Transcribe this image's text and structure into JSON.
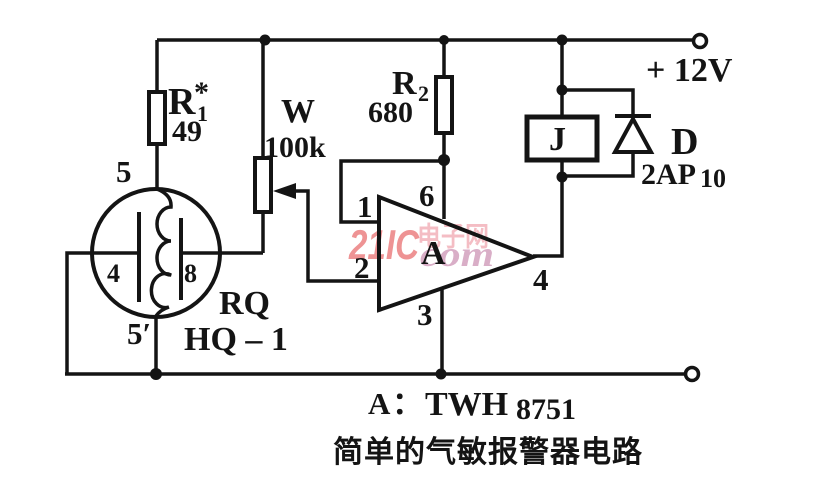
{
  "diagram": {
    "caption": "简单的气敏报警器电路",
    "note": {
      "amp": "A",
      "colon": "：",
      "ic": "TWH",
      "num": "8751"
    },
    "supply": {
      "label": "+ 12V"
    },
    "resistor_r1": {
      "letter": "R",
      "star": "*",
      "sub": "1",
      "value": "49"
    },
    "potentiometer_w": {
      "letter": "W",
      "value": "100k"
    },
    "resistor_r2": {
      "letter": "R",
      "sub": "2",
      "value": "680"
    },
    "gas_sensor": {
      "name": "RQ",
      "model": "HQ – 1",
      "pin_top": "5",
      "pin_left": "4",
      "pin_right": "8",
      "pin_bottom": "5′"
    },
    "opamp": {
      "name": "A",
      "pin1": "1",
      "pin2": "2",
      "pin3": "3",
      "pin4": "4",
      "pin6": "6"
    },
    "relay": {
      "label": "J"
    },
    "diode": {
      "letter": "D",
      "model_prefix": "2AP",
      "model_suffix": "10"
    }
  },
  "watermark": {
    "brand": "21IC",
    "site": "电子网",
    "domain": "com"
  },
  "colors": {
    "ink": "#141414",
    "background": "#ffffff",
    "watermark_brand": "#ee9394",
    "watermark_site": "#f4bdc4",
    "watermark_domain": "#d9aec7"
  }
}
